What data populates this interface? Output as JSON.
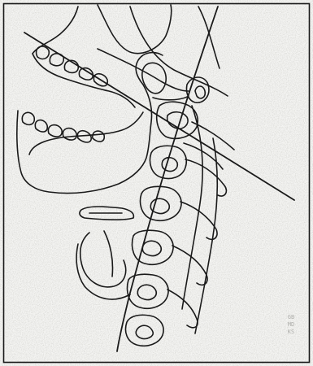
{
  "figure": {
    "subject": "lateral-cervical-spine-line-drawing",
    "line_color": "#1a1a1a",
    "paper_color": "#f4f4f2",
    "grain_color": "#c9c9c3"
  },
  "stamp": {
    "lines": [
      "GB",
      "MD",
      "KS"
    ],
    "color": "#9a9a96"
  }
}
